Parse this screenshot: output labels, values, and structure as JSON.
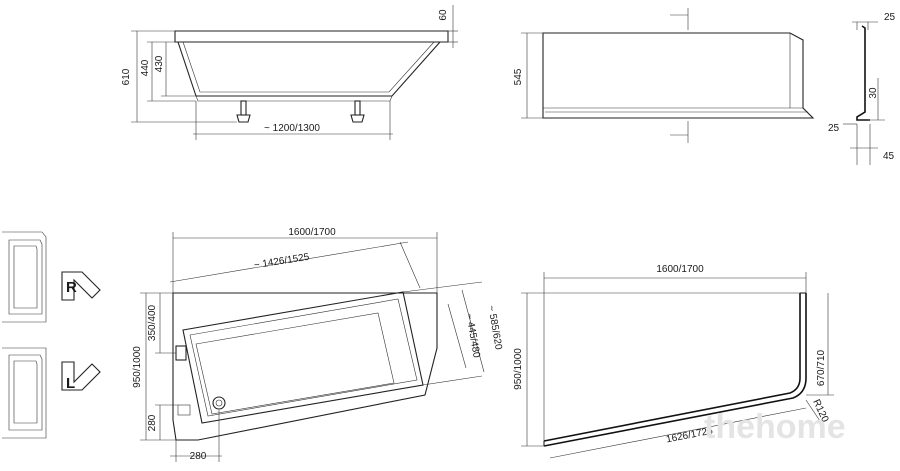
{
  "side_view": {
    "d_60": "60",
    "d_610": "610",
    "d_440": "440",
    "d_430": "430",
    "d_length": "~ 1200/1300"
  },
  "panel_view": {
    "d_545": "545"
  },
  "panel_profile": {
    "d_25_top": "25",
    "d_30": "30",
    "d_25_bottom": "25",
    "d_45": "45"
  },
  "orientation": {
    "right_letter": "R",
    "left_letter": "L"
  },
  "top_view": {
    "d_width": "1600/1700",
    "d_diag": "~ 1426/1525",
    "d_height": "950/1000",
    "d_350": "350/400",
    "d_280_v": "280",
    "d_280_h": "280",
    "d_445": "~ 445/480",
    "d_585": "~ 585/620"
  },
  "panel_top_view": {
    "d_width": "1600/1700",
    "d_height": "950/1000",
    "d_670": "670/710",
    "d_1626": "1626/1726",
    "d_r120": "R120"
  },
  "watermark": "thehome"
}
